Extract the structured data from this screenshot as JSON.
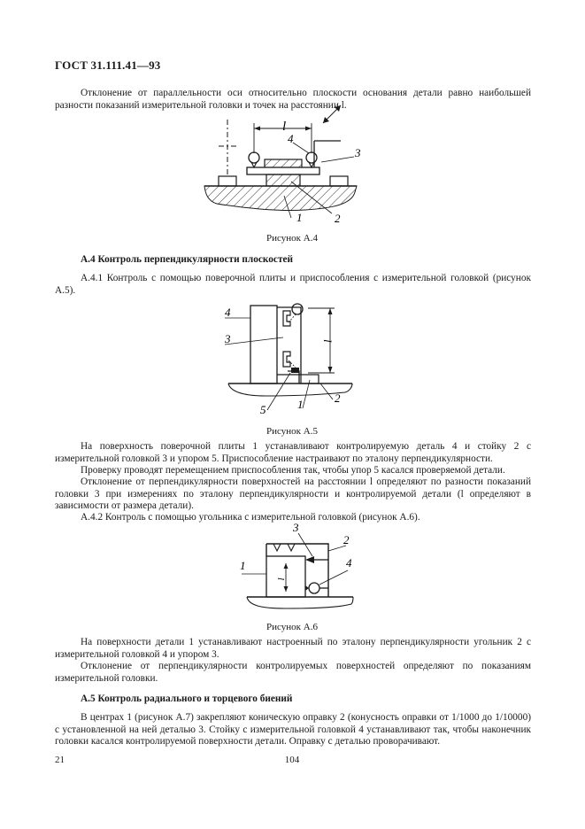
{
  "header": {
    "doc_id": "ГОСТ 31.111.41—93"
  },
  "paragraphs": {
    "p1": "Отклонение от параллельности оси относительно плоскости основания детали равно наибольшей разности показаний измерительной головки и точек на расстоянии l.",
    "a4_title": "А.4 Контроль перпендикулярности плоскостей",
    "p2": "А.4.1 Контроль с помощью поверочной плиты и приспособления с измерительной головкой (рисунок А.5).",
    "p3": "На поверхность поверочной плиты 1 устанавливают контролируемую деталь 4 и стойку 2 с измерительной головкой 3 и упором 5. Приспособление настраивают по эталону перпендикулярности.",
    "p4": "Проверку проводят перемещением приспособления так, чтобы упор 5 касался проверяемой детали.",
    "p5": "Отклонение от перпендикулярности поверхностей на расстоянии l определяют по разности показаний головки 3 при измерениях по эталону перпендикулярности и контролируемой детали (l определяют в зависимости от размера детали).",
    "p6": "А.4.2 Контроль с помощью угольника с измерительной головкой (рисунок А.6).",
    "p7": "На поверхности детали 1 устанавливают настроенный по эталону перпендикулярности угольник 2 с измерительной головкой 4 и упором 3.",
    "p8": "Отклонение от перпендикулярности контролируемых поверхностей определяют по показаниям измерительной головки.",
    "a5_title": "А.5 Контроль радиального и торцевого биений",
    "p9": "В центрах 1 (рисунок А.7) закрепляют коническую оправку 2 (конусность оправки от 1/1000 до 1/10000) с установленной на ней деталью 3. Стойку с измерительной головкой 4 устанавливают так, чтобы наконечник головки касался контролируемой поверхности детали. Оправку с деталью проворачивают."
  },
  "figures": {
    "a4": {
      "caption": "Рисунок А.4",
      "labels": [
        "l",
        "4",
        "3",
        "1",
        "2"
      ]
    },
    "a5": {
      "caption": "Рисунок А.5",
      "labels": [
        "4",
        "3",
        "l",
        "5",
        "1",
        "2"
      ]
    },
    "a6": {
      "caption": "Рисунок А.6",
      "labels": [
        "3",
        "2",
        "1",
        "4",
        "l"
      ]
    }
  },
  "footer": {
    "left": "21",
    "center": "104"
  }
}
